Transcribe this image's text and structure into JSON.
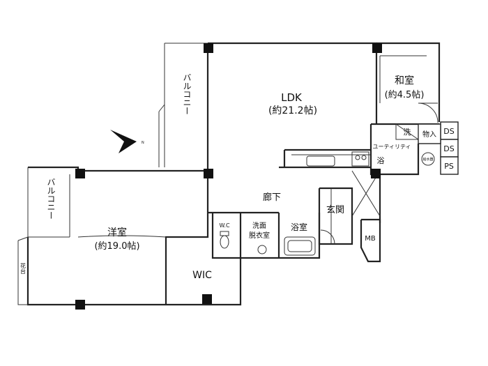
{
  "rooms": {
    "ldk": {
      "name": "LDK",
      "size": "(約21.2帖)"
    },
    "washitsu": {
      "name": "和室",
      "size": "(約4.5帖)"
    },
    "yoshitsu": {
      "name": "洋室",
      "size": "(約19.0帖)"
    },
    "wic": "WIC",
    "roka": "廊下",
    "genkan": "玄関",
    "yokushitsu": "浴室",
    "senmen_line1": "洗面",
    "senmen_line2": "脱衣室",
    "wc": "W.C",
    "mb": "MB",
    "monoire": "物入",
    "sen": "洗",
    "yoku_small": "浴",
    "utility": "ユーティリティ",
    "kyutoki": "給水器",
    "balcony_top": "バルコニー",
    "balcony_left": "バルコニー",
    "hanadai": "花台"
  },
  "shafts": [
    "DS",
    "DS",
    "PS"
  ],
  "colors": {
    "wall": "#222222",
    "column": "#111111",
    "background": "#ffffff"
  },
  "icons": [
    "north-arrow-icon",
    "door-swing-icon",
    "bathtub-icon",
    "toilet-icon",
    "sink-icon",
    "stove-icon"
  ]
}
